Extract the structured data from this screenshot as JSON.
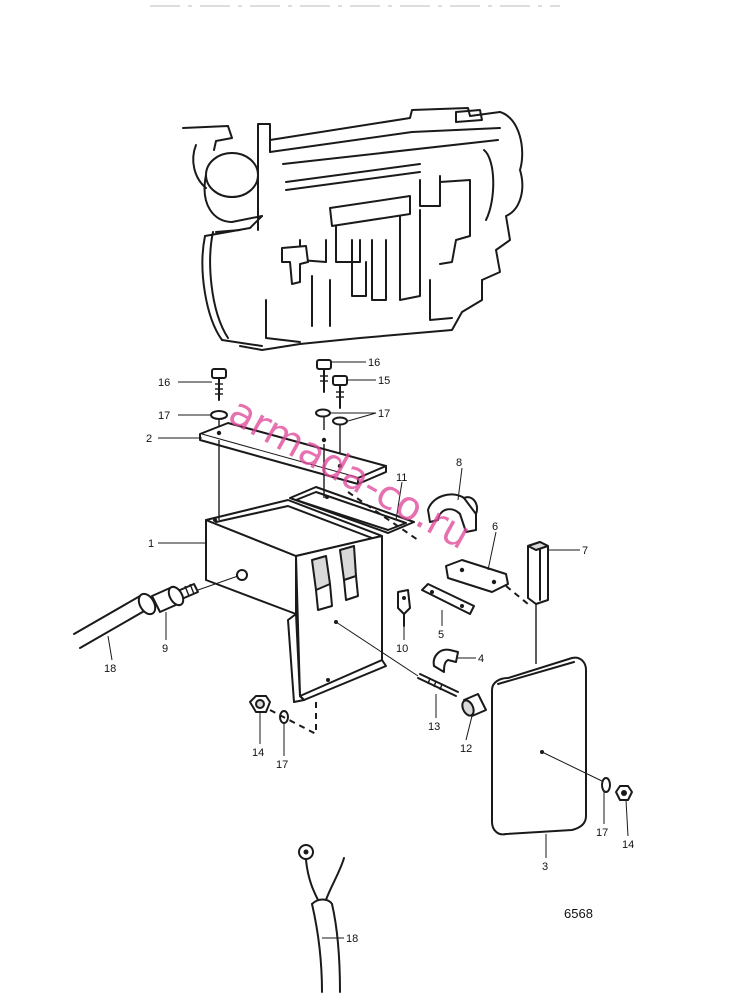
{
  "diagram": {
    "drawing_code": "6568",
    "watermark": "armada-co.ru",
    "callouts": [
      "1",
      "2",
      "3",
      "4",
      "5",
      "6",
      "7",
      "8",
      "9",
      "10",
      "11",
      "12",
      "13",
      "14",
      "15",
      "16",
      "17",
      "18"
    ],
    "label_16a": "16",
    "label_16b": "16",
    "label_15": "15",
    "label_17a": "17",
    "label_17b": "17",
    "label_17c": "17",
    "label_17d": "17",
    "label_2": "2",
    "label_11": "11",
    "label_8": "8",
    "label_6": "6",
    "label_7": "7",
    "label_1": "1",
    "label_9": "9",
    "label_18a": "18",
    "label_18b": "18",
    "label_5": "5",
    "label_10": "10",
    "label_4": "4",
    "label_13": "13",
    "label_12": "12",
    "label_14a": "14",
    "label_14b": "14",
    "label_3": "3"
  }
}
